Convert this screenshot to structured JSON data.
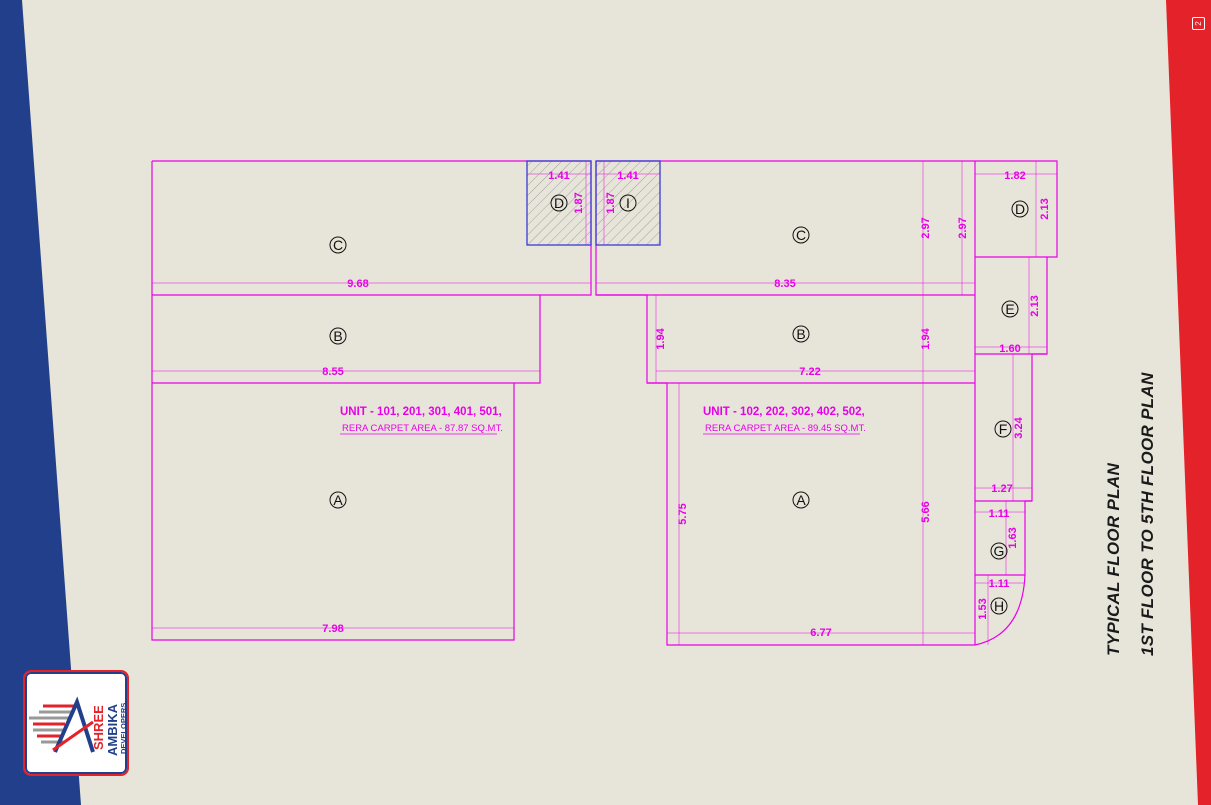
{
  "titles": {
    "line1": "TYPICAL FLOOR PLAN",
    "line2": "1ST FLOOR TO 5TH FLOOR PLAN"
  },
  "units": [
    {
      "title": "UNIT - 101, 201, 301, 401, 501,",
      "area": "RERA CARPET  AREA - 87.87 SQ.MT."
    },
    {
      "title": "UNIT - 102, 202, 302, 402, 502,",
      "area": "RERA CARPET  AREA - 89.45 SQ.MT."
    }
  ],
  "rooms": {
    "left": [
      "A",
      "B",
      "C",
      "D"
    ],
    "right": [
      "A",
      "B",
      "C",
      "D",
      "E",
      "F",
      "G",
      "H",
      "I"
    ]
  },
  "dimensions": {
    "left_c_width": "9.68",
    "left_b_width": "8.55",
    "left_a_width": "7.98",
    "left_d_width": "1.41",
    "left_d_depth": "1.87",
    "right_i_width": "1.41",
    "right_i_depth": "1.87",
    "right_c_width": "8.35",
    "right_c_depth_1": "2.97",
    "right_c_depth_2": "2.97",
    "right_b_width": "7.22",
    "right_b_depth_left": "1.94",
    "right_b_depth_right": "1.94",
    "right_a_width": "6.77",
    "right_a_depth_left": "5.75",
    "right_a_depth_right": "5.66",
    "right_d_width": "1.82",
    "right_d_depth": "2.13",
    "right_e_width": "1.60",
    "right_e_depth": "2.13",
    "right_f_width": "1.27",
    "right_f_depth": "3.24",
    "right_g_width": "1.11",
    "right_g_depth": "1.63",
    "right_h_width": "1.11",
    "right_h_depth": "1.53"
  },
  "logo": {
    "line1": "SHREE",
    "line2": "AMBIKA",
    "line3": "DEVELOPERS"
  },
  "page_number": "2",
  "colors": {
    "background": "#e7e5d9",
    "left_band": "#223f8b",
    "right_band": "#e3222a",
    "linework": "#e800e8",
    "hatch_outline": "#3a3ad8"
  }
}
